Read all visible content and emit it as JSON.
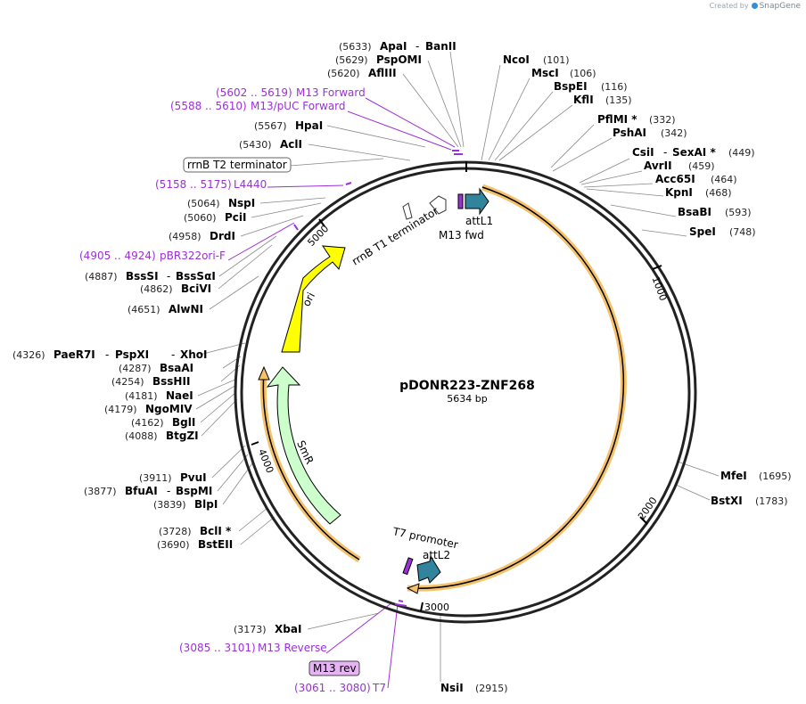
{
  "credit": {
    "prefix": "Created by",
    "brand": "SnapGene"
  },
  "map": {
    "name": "pDONR223-ZNF268",
    "length": "5634 bp"
  },
  "ticks": [
    "1000",
    "2000",
    "3000",
    "4000",
    "5000"
  ],
  "sites": [
    {
      "pos": "(5633)",
      "name": "ApaI",
      "extra": "BanII"
    },
    {
      "pos": "(5629)",
      "name": "PspOMI"
    },
    {
      "pos": "(5620)",
      "name": "AflIII"
    },
    {
      "pos": "(5567)",
      "name": "HpaI"
    },
    {
      "pos": "(5430)",
      "name": "AclI"
    },
    {
      "pos": "(5064)",
      "name": "NspI"
    },
    {
      "pos": "(5060)",
      "name": "PciI"
    },
    {
      "pos": "(4958)",
      "name": "DrdI"
    },
    {
      "pos": "(4887)",
      "name": "BssSI",
      "extra": "BssSαI"
    },
    {
      "pos": "(4862)",
      "name": "BciVI"
    },
    {
      "pos": "(4651)",
      "name": "AlwNI"
    },
    {
      "pos": "(4326)",
      "name": "PaeR7I",
      "extra": "PspXI",
      "extra2": "XhoI"
    },
    {
      "pos": "(4287)",
      "name": "BsaAI"
    },
    {
      "pos": "(4254)",
      "name": "BssHII"
    },
    {
      "pos": "(4181)",
      "name": "NaeI"
    },
    {
      "pos": "(4179)",
      "name": "NgoMIV"
    },
    {
      "pos": "(4162)",
      "name": "BglI"
    },
    {
      "pos": "(4088)",
      "name": "BtgZI"
    },
    {
      "pos": "(3911)",
      "name": "PvuI"
    },
    {
      "pos": "(3877)",
      "name": "BfuAI",
      "extra": "BspMI"
    },
    {
      "pos": "(3839)",
      "name": "BlpI"
    },
    {
      "pos": "(3728)",
      "name": "BclI *"
    },
    {
      "pos": "(3690)",
      "name": "BstEII"
    },
    {
      "pos": "(3173)",
      "name": "XbaI"
    },
    {
      "pos": "(2915)",
      "name": "NsiI"
    },
    {
      "pos": "(101)",
      "name": "NcoI"
    },
    {
      "pos": "(106)",
      "name": "MscI"
    },
    {
      "pos": "(116)",
      "name": "BspEI"
    },
    {
      "pos": "(135)",
      "name": "KflI"
    },
    {
      "pos": "(332)",
      "name": "PflMI *"
    },
    {
      "pos": "(342)",
      "name": "PshAI"
    },
    {
      "pos": "(449)",
      "name": "CsiI",
      "extra": "SexAI *"
    },
    {
      "pos": "(459)",
      "name": "AvrII"
    },
    {
      "pos": "(464)",
      "name": "Acc65I"
    },
    {
      "pos": "(468)",
      "name": "KpnI"
    },
    {
      "pos": "(593)",
      "name": "BsaBI"
    },
    {
      "pos": "(748)",
      "name": "SpeI"
    },
    {
      "pos": "(1695)",
      "name": "MfeI"
    },
    {
      "pos": "(1783)",
      "name": "BstXI"
    }
  ],
  "primers": [
    {
      "range": "(5602 .. 5619)",
      "name": "M13 Forward"
    },
    {
      "range": "(5588 .. 5610)",
      "name": "M13/pUC Forward"
    },
    {
      "range": "(5158 .. 5175)",
      "name": "L4440"
    },
    {
      "range": "(4905 .. 4924)",
      "name": "pBR322ori-F"
    },
    {
      "range": "(3085 .. 3101)",
      "name": "M13 Reverse"
    },
    {
      "range": "(3061 .. 3080)",
      "name": "T7"
    }
  ],
  "boxed": {
    "terminator": "rrnB T2 terminator",
    "m13rev": "M13 rev"
  },
  "features": {
    "rrnb_t1": "rrnB T1 terminator",
    "attl1": "attL1",
    "m13fwd": "M13 fwd",
    "ori": "ori",
    "smr": "SmR",
    "t7": "T7 promoter",
    "attl2": "attL2"
  },
  "colors": {
    "ori": "#ffff00",
    "smr": "#ccffcc",
    "att": "#31849b",
    "orf": "#f5b342",
    "primer": "#9b30d9",
    "backbone": "#222222"
  }
}
